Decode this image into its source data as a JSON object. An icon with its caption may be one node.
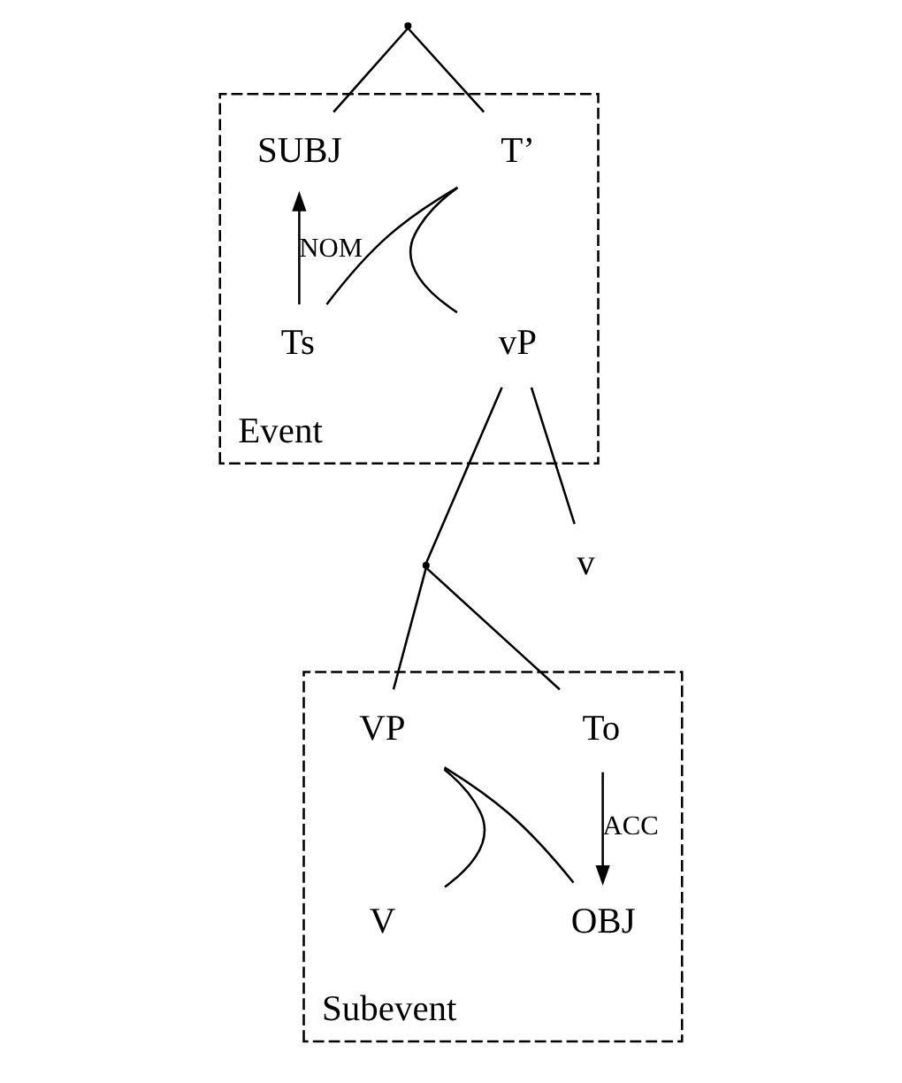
{
  "diagram": {
    "nodes": [
      {
        "text": [],
        "shape": "point"
      },
      {
        "text": [
          "Event"
        ]
      },
      {
        "text": [
          "SUBJ"
        ],
        "in": 1
      },
      {
        "text": [
          "T’"
        ],
        "in": 1
      },
      {
        "text": [
          "vP"
        ],
        "in": 1
      },
      {
        "text": [
          "Ts"
        ],
        "in": 1
      },
      {
        "text": [],
        "shape": "point"
      },
      {
        "text": [
          "v"
        ]
      },
      {
        "text": [
          "Subevent"
        ]
      },
      {
        "text": [
          "VP"
        ],
        "in": 8
      },
      {
        "text": [
          "To"
        ],
        "in": 8
      },
      {
        "text": [
          "OBJ"
        ],
        "in": 8
      },
      {
        "text": [
          "V"
        ],
        "in": 8
      }
    ],
    "edges": [
      {
        "from": 0,
        "to": 2,
        "arrow": "none"
      },
      {
        "from": 0,
        "to": 3,
        "arrow": "none"
      },
      {
        "from": 3,
        "to": 4,
        "arrow": "none"
      },
      {
        "from": 3,
        "to": 5,
        "arrow": "none"
      },
      {
        "from": 4,
        "to": 6,
        "arrow": "none"
      },
      {
        "from": 4,
        "to": 7,
        "arrow": "none"
      },
      {
        "from": 6,
        "to": 9,
        "arrow": "none"
      },
      {
        "from": 6,
        "to": 10,
        "arrow": "none"
      },
      {
        "from": 9,
        "to": 11,
        "arrow": "none"
      },
      {
        "from": 9,
        "to": 12,
        "arrow": "none"
      },
      {
        "from": 5,
        "to": 2,
        "arrow": "to",
        "label": "NOM"
      },
      {
        "from": 10,
        "to": 11,
        "arrow": "to",
        "label": "ACC"
      }
    ]
  }
}
